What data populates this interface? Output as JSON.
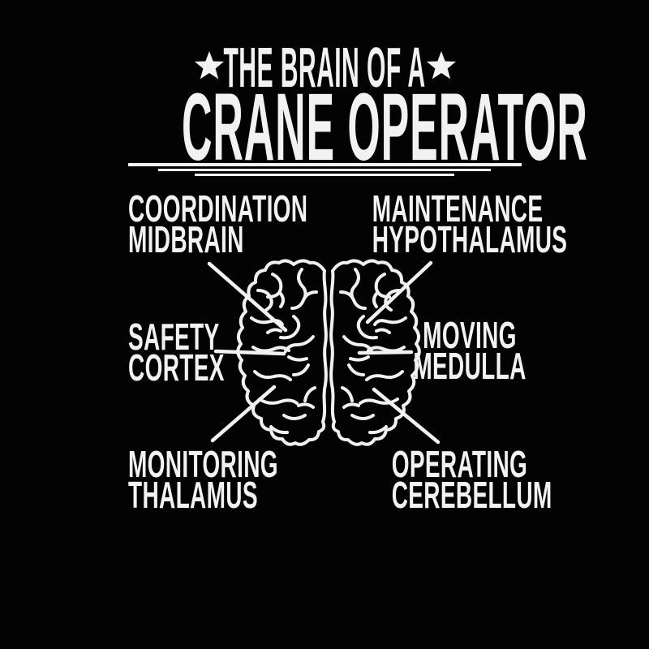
{
  "design": {
    "background_color": "#030303",
    "text_color": "#f3f2f0",
    "title": {
      "line1": "THE BRAIN OF A",
      "line2": "CRANE OPERATOR",
      "star_icon": "five-point-star"
    },
    "labels": [
      {
        "function": "COORDINATION",
        "region": "MIDBRAIN",
        "position": "top-left"
      },
      {
        "function": "MAINTENANCE",
        "region": "HYPOTHALAMUS",
        "position": "top-right"
      },
      {
        "function": "SAFETY",
        "region": "CORTEX",
        "position": "middle-left"
      },
      {
        "function": "MOVING",
        "region": "MEDULLA",
        "position": "middle-right"
      },
      {
        "function": "MONITORING",
        "region": "THALAMUS",
        "position": "bottom-left"
      },
      {
        "function": "OPERATING",
        "region": "CEREBELLUM",
        "position": "bottom-right"
      }
    ],
    "illustration": "brain top view line drawing with six connector lines"
  }
}
